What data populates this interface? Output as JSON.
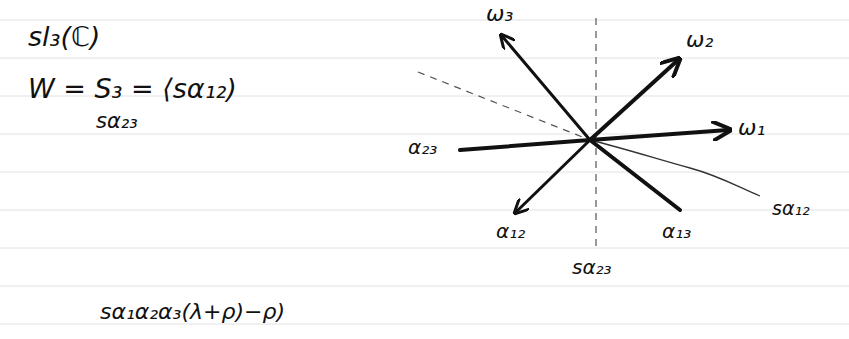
{
  "diagram": {
    "labels": [
      "sl₃(ℂ)",
      "W = S₃ = ⟨sα₁₂)",
      "sα₂₃",
      "ω₃",
      "ω₂",
      "ω₁",
      "α₂₃",
      "α₁₂",
      "α₁₃",
      "sα₂₃",
      "sα₁₂",
      "sα₁α₂α₃(λ+ρ)−ρ)"
    ]
  }
}
